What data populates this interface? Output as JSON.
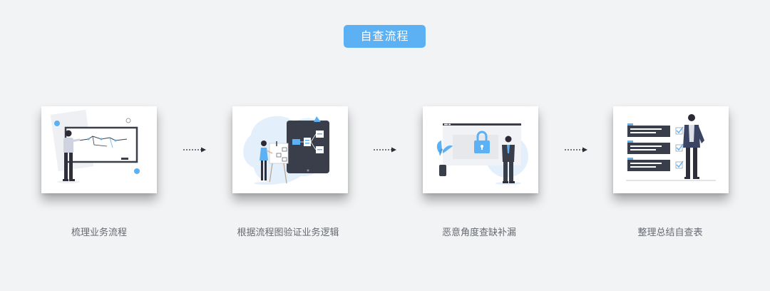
{
  "header": {
    "title": "自查流程",
    "accent_color": "#5bb1f4"
  },
  "steps": [
    {
      "label": "梳理业务流程",
      "illustration": "person-at-whiteboard"
    },
    {
      "label": "根据流程图验证业务逻辑",
      "illustration": "person-with-flowchart-tablet"
    },
    {
      "label": "恶意角度查缺补漏",
      "illustration": "person-with-lock-screen"
    },
    {
      "label": "整理总结自查表",
      "illustration": "person-with-checklist"
    }
  ],
  "connectors": [
    "dashed-arrow",
    "dashed-arrow",
    "dashed-arrow"
  ]
}
